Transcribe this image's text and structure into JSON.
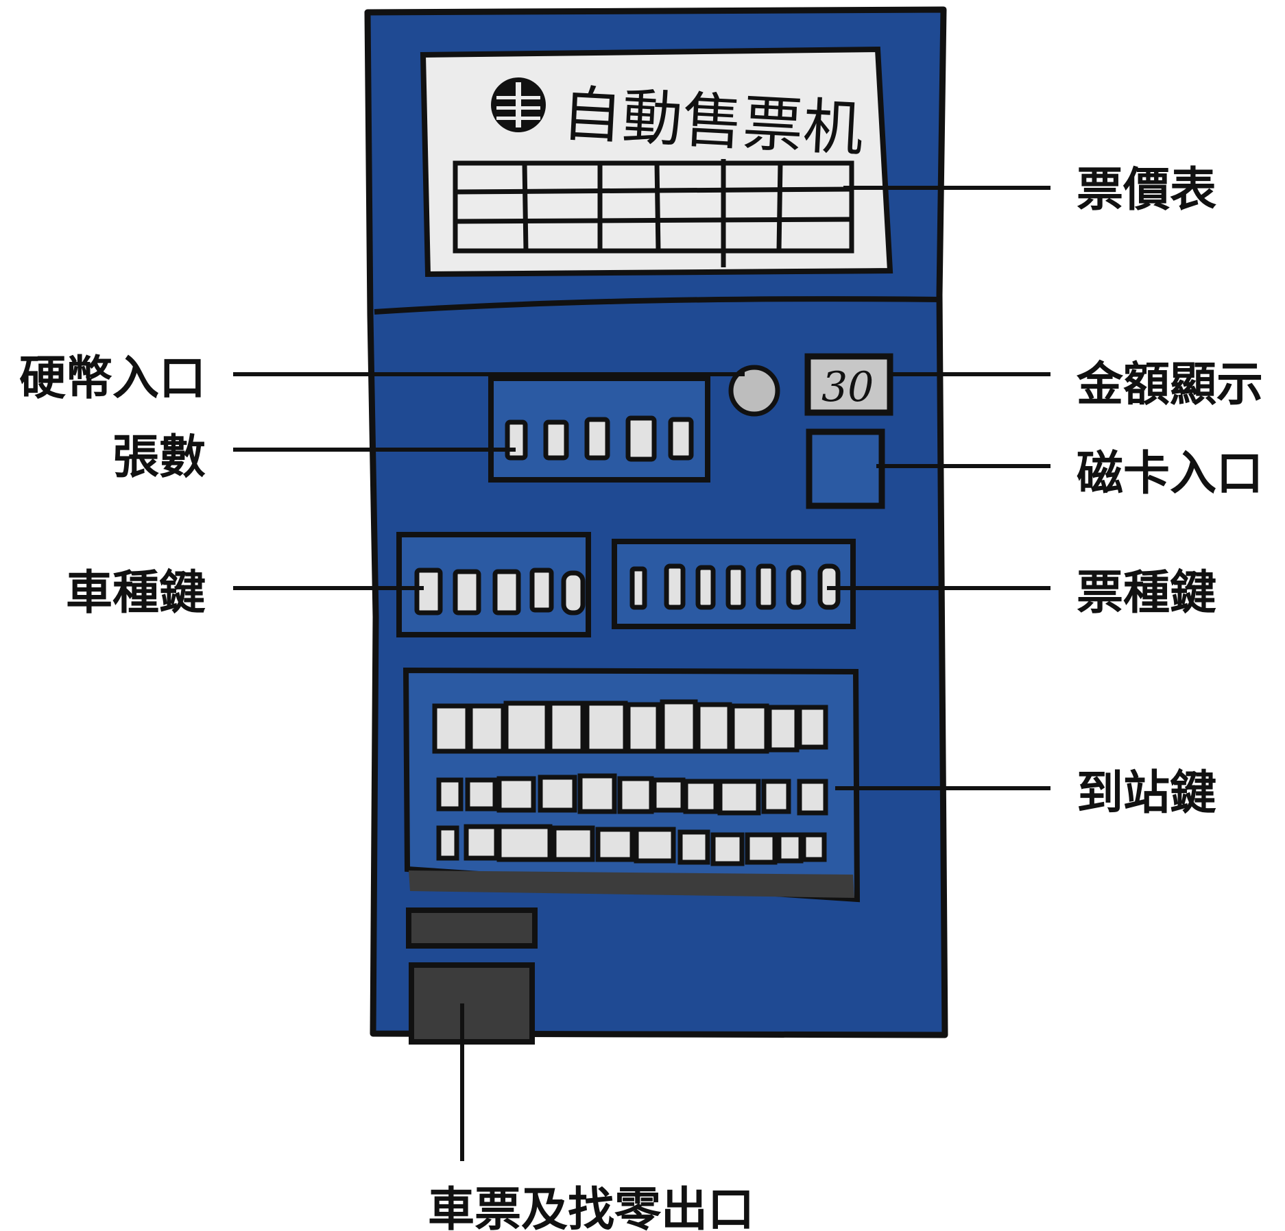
{
  "machine": {
    "sign_text": "自動售票机",
    "display_value": "30"
  },
  "labels": {
    "fare_table": "票價表",
    "coin_slot": "硬幣入口",
    "amount_display": "金額顯示",
    "quantity": "張數",
    "card_slot": "磁卡入口",
    "train_type_keys": "車種鍵",
    "ticket_type_keys": "票種鍵",
    "destination_keys": "到站鍵",
    "ticket_change_outlet": "車票及找零出口"
  },
  "colors": {
    "body": "#1f4a93",
    "panel": "#2b5aa3",
    "outline": "#111111",
    "sign_bg": "#ececec",
    "key": "#e2e2e2",
    "coin": "#bdbdbd",
    "outlet": "#3c3c3c",
    "leader_line": "#111111"
  }
}
